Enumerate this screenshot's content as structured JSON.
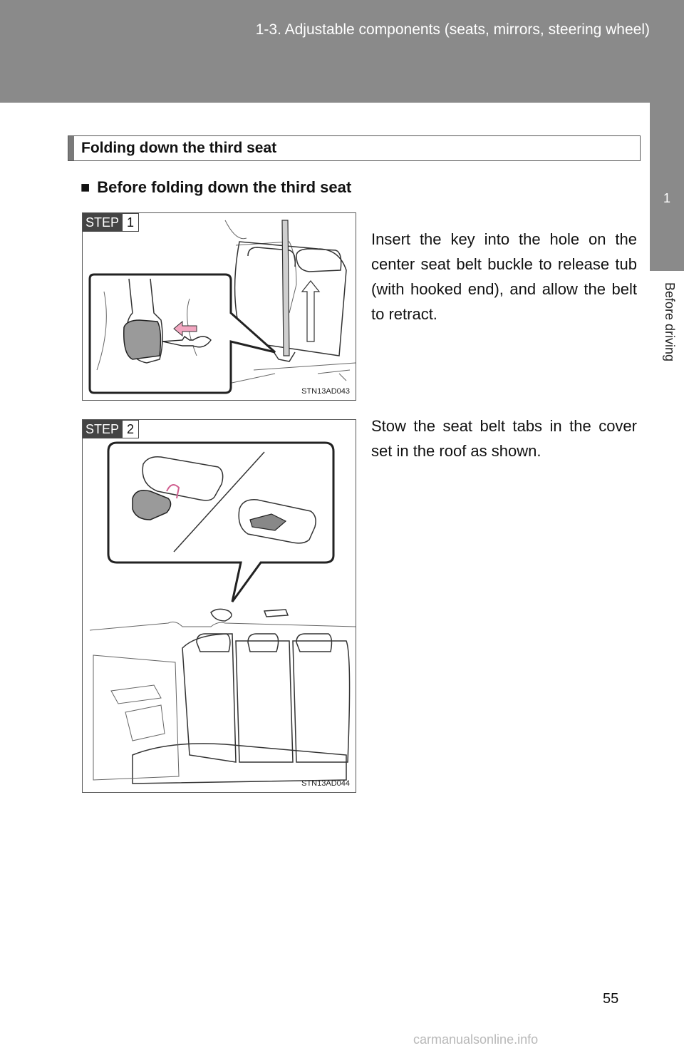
{
  "header": {
    "title": "1-3. Adjustable components (seats, mirrors, steering wheel)"
  },
  "side_tab": {
    "number": "1",
    "label": "Before driving"
  },
  "section": {
    "title": "Folding down the third seat",
    "subheading_symbol": "■",
    "subheading": "Before folding down the third seat"
  },
  "steps": [
    {
      "badge": "STEP",
      "number": "1",
      "text": "Insert the key into the hole on the center seat belt buckle to release tub (with hooked end), and allow the belt to retract.",
      "figure_code": "STN13AD043"
    },
    {
      "badge": "STEP",
      "number": "2",
      "text": "Stow the seat belt tabs in the cover set in the roof as shown.",
      "figure_code": "STN13AD044"
    }
  ],
  "page_number": "55",
  "watermark": "carmanualsonline.info",
  "colors": {
    "header_bg": "#8a8a8a",
    "arrow_pink": "#f2a6c0"
  }
}
